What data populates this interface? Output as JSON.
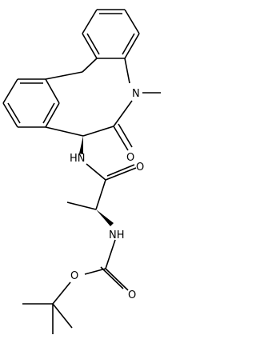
{
  "molecule": {
    "atom_labels": {
      "n_ring": "N",
      "methyl": "CH3-implicit",
      "o_lactam": "O",
      "nh_amide": "H",
      "n_amide": "N",
      "o_amide": "O",
      "nh_carbamate": "H",
      "n_carbamate": "N",
      "o_carbamate_ester": "O",
      "o_carbamate_carbonyl": "O"
    },
    "text": {
      "n_ring": "N",
      "o_lactam": "O",
      "nh_amide": "HN",
      "o_amide": "O",
      "nh_carbamate": "NH",
      "o_ester": "O",
      "o_carbonyl": "O"
    },
    "colors": {
      "bond": "#000000",
      "background": "#ffffff"
    }
  }
}
